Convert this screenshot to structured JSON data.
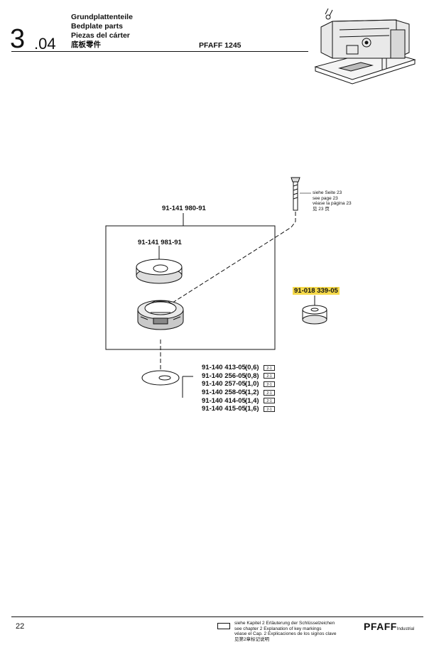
{
  "header": {
    "section_major": "3",
    "section_minor": ".04",
    "titles": [
      "Grundplattenteile",
      "Bedplate parts",
      "Piezas del cárter",
      "底板零件"
    ],
    "model": "PFAFF 1245"
  },
  "parts": {
    "assembly": "91-141 980-91",
    "cover": "91-141 981-91",
    "bobbin": "91-018 339-05",
    "screw_ref": [
      "siehe Seite 23",
      "see page 23",
      "véase la página 23",
      "见 23 页"
    ],
    "springs": [
      {
        "number": "91-140 413-05",
        "size": "(0,6)"
      },
      {
        "number": "91-140 256-05",
        "size": "(0,8)"
      },
      {
        "number": "91-140 257-05",
        "size": "(1,0)"
      },
      {
        "number": "91-140 258-05",
        "size": "(1,2)"
      },
      {
        "number": "91-140 414-05",
        "size": "(1,4)"
      },
      {
        "number": "91-140 415-05",
        "size": "(1,6)"
      }
    ],
    "marker_label": "2-1"
  },
  "footer": {
    "page": "22",
    "key_notes": [
      "siehe Kapitel 2 Erläuterung der Schlüsselzeichen",
      "see chapter 2 Explanation of key markings",
      "véase el Cap. 2 Explicaciones de los signos clave",
      "见第2章标记说明"
    ],
    "brand": "PFAFF",
    "brand_sub": "Industrial"
  }
}
